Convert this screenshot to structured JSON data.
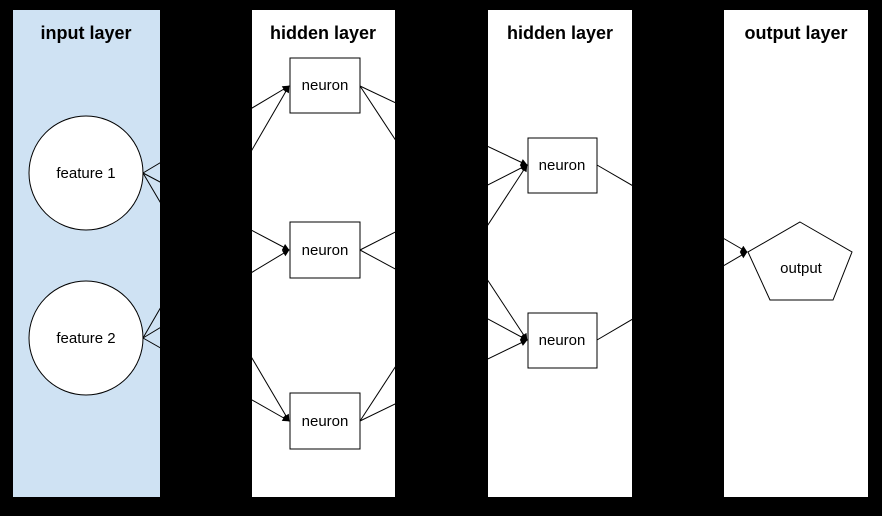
{
  "diagram": {
    "background_color": "#000000",
    "edge_color": "#000000",
    "node_fill": "#ffffff",
    "node_stroke": "#000000",
    "panels": [
      {
        "title": "input layer",
        "fill": "#cfe2f3"
      },
      {
        "title": "hidden layer",
        "fill": "#ffffff"
      },
      {
        "title": "hidden layer",
        "fill": "#ffffff"
      },
      {
        "title": "output layer",
        "fill": "#ffffff"
      }
    ],
    "nodes": [
      {
        "label": "feature 1"
      },
      {
        "label": "feature 2"
      },
      {
        "label": "neuron"
      },
      {
        "label": "neuron"
      },
      {
        "label": "neuron"
      },
      {
        "label": "neuron"
      },
      {
        "label": "neuron"
      },
      {
        "label": "output"
      }
    ]
  }
}
